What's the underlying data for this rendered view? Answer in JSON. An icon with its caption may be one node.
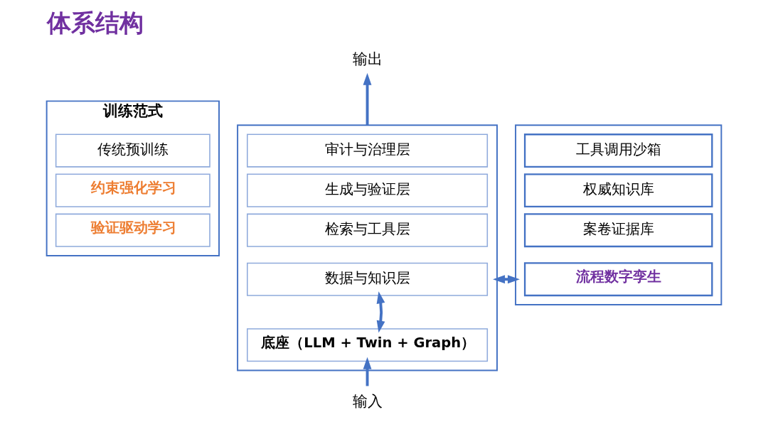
{
  "diagram": {
    "title": "体系结构",
    "nodes": [
      {
        "text": [
          "输出"
        ]
      },
      {
        "text": [
          "训练范式"
        ]
      },
      {
        "text": [
          "传统预训练"
        ],
        "in": 1
      },
      {
        "text": [
          "约束强化学习"
        ],
        "in": 1
      },
      {
        "text": [
          "验证驱动学习"
        ],
        "in": 1
      },
      {
        "text": [],
        "shape": "box"
      },
      {
        "text": [
          "审计与治理层"
        ],
        "in": 5
      },
      {
        "text": [
          "生成与验证层"
        ],
        "in": 5
      },
      {
        "text": [
          "检索与工具层"
        ],
        "in": 5
      },
      {
        "text": [
          "数据与知识层"
        ],
        "in": 5
      },
      {
        "text": [
          "底座（LLM + Twin + Graph）"
        ],
        "in": 5
      },
      {
        "text": [
          "输入"
        ]
      },
      {
        "text": [],
        "shape": "box"
      },
      {
        "text": [
          "工具调用沙箱"
        ],
        "in": 12
      },
      {
        "text": [
          "权威知识库"
        ],
        "in": 12
      },
      {
        "text": [
          "案卷证据库"
        ],
        "in": 12
      },
      {
        "text": [
          "流程数字孪生"
        ],
        "in": 12
      }
    ],
    "edges": [
      {
        "from": 5,
        "to": 0,
        "arrow": "to"
      },
      {
        "from": 9,
        "to": 10,
        "arrow": "both"
      },
      {
        "from": 11,
        "to": 10,
        "arrow": "to"
      },
      {
        "from": 5,
        "to": 12,
        "arrow": "both"
      }
    ]
  }
}
